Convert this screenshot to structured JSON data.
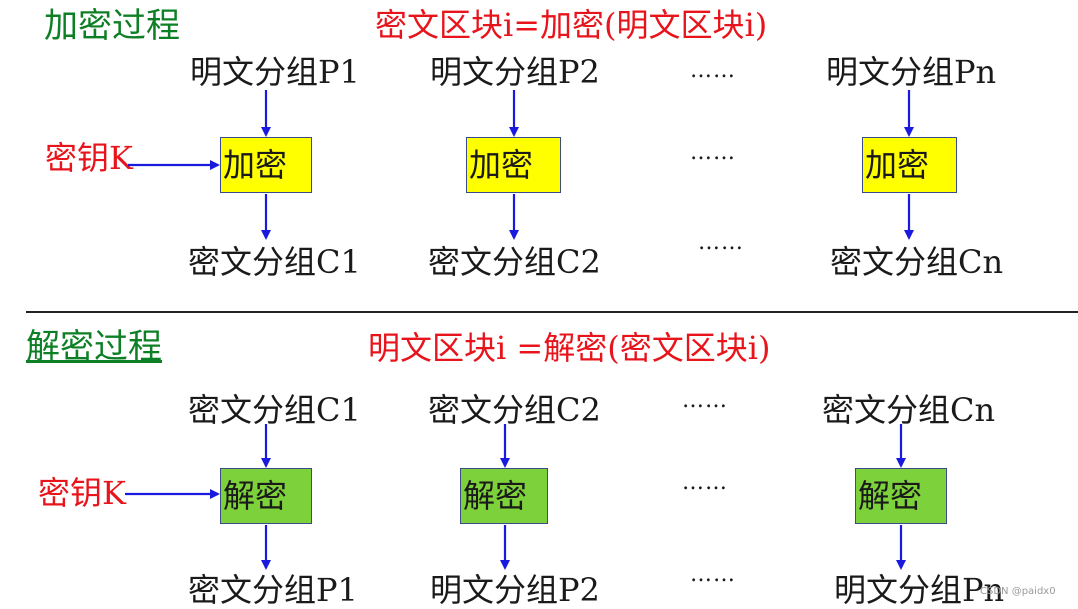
{
  "encryption": {
    "title": "加密过程",
    "formula": "密文区块i=加密(明文区块i)",
    "key_label": "密钥K",
    "inputs": [
      "明文分组P1",
      "明文分组P2",
      "明文分组Pn"
    ],
    "box_label": "加密",
    "outputs": [
      "密文分组C1",
      "密文分组C2",
      "密文分组Cn"
    ],
    "ellipsis": "……",
    "box_color": "#ffff00"
  },
  "decryption": {
    "title": "解密过程",
    "formula": "明文区块i =解密(密文区块i)",
    "key_label": "密钥K",
    "inputs": [
      "密文分组C1",
      "密文分组C2",
      "密文分组Cn"
    ],
    "box_label": "解密",
    "outputs": [
      "密文分组P1",
      "明文分组P2",
      "明文分组Pn"
    ],
    "ellipsis": "……",
    "box_color": "#7dd13a"
  },
  "colors": {
    "arrow": "#1a1adf",
    "title": "#0d7f25",
    "formula": "#e8141c"
  },
  "watermark": "CSDN @paidx0"
}
